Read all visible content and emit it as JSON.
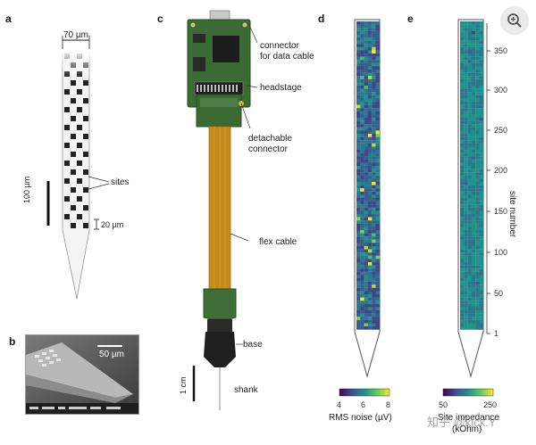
{
  "panels": {
    "a": "a",
    "b": "b",
    "c": "c",
    "d": "d",
    "e": "e"
  },
  "panel_a": {
    "width_label": "70 µm",
    "sites_label": "sites",
    "scale_label": "100 µm",
    "pitch_label": "20 µm"
  },
  "panel_b": {
    "scale_label": "50 µm"
  },
  "panel_c": {
    "connector_label": "connector\nfor data cable",
    "connector_line1": "connector",
    "connector_line2": "for data cable",
    "headstage_label": "headstage",
    "detachable_line1": "detachable",
    "detachable_line2": "connector",
    "flex_label": "flex cable",
    "base_label": "base",
    "shank_label": "shank",
    "scale_label": "1 cm"
  },
  "panel_d": {
    "colorbar_ticks": [
      "4",
      "6",
      "8"
    ],
    "colorbar_label": "RMS noise (µV)"
  },
  "panel_e": {
    "colorbar_ticks": [
      "50",
      "250"
    ],
    "colorbar_label_line1": "Site impedance",
    "colorbar_label_line2": "(kOhm)",
    "axis_label": "site number",
    "axis_ticks": [
      "350",
      "300",
      "250",
      "200",
      "150",
      "100",
      "50",
      "1"
    ]
  },
  "colors": {
    "viridis_dark": "#440154",
    "viridis_mid": "#21918c",
    "viridis_light": "#fde725",
    "pcb_green": "#3b6b34",
    "flex_orange": "#c48a1c"
  },
  "ui": {
    "zoom_icon": "zoom-in-icon"
  },
  "watermark": "知乎 @kick.Y"
}
